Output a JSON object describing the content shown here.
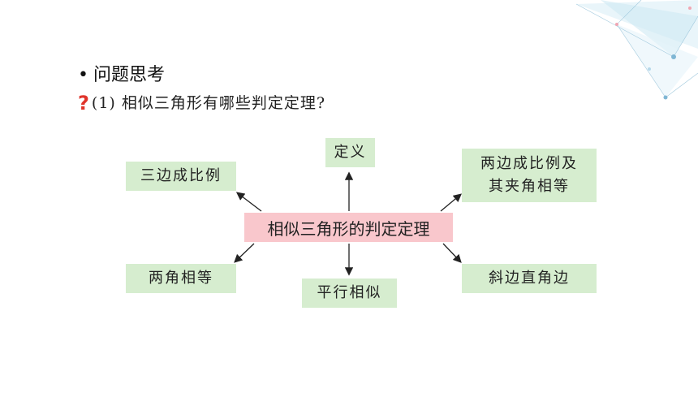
{
  "header": {
    "bullet": "•",
    "title": "问题思考"
  },
  "question": {
    "icon": "question-mark-icon",
    "text": "(1) 相似三角形有哪些判定定理?"
  },
  "diagram": {
    "center": "相似三角形的判定定理",
    "nodes": {
      "definition": "定义",
      "sss": "三边成比例",
      "sas_line1": "两边成比例及",
      "sas_line2": "其夹角相等",
      "aa": "两角相等",
      "parallel": "平行相似",
      "hl": "斜边直角边"
    }
  },
  "colors": {
    "center_fill": "#f9c7cc",
    "node_fill": "#d6edcf",
    "accent_question": "#e0342b"
  }
}
